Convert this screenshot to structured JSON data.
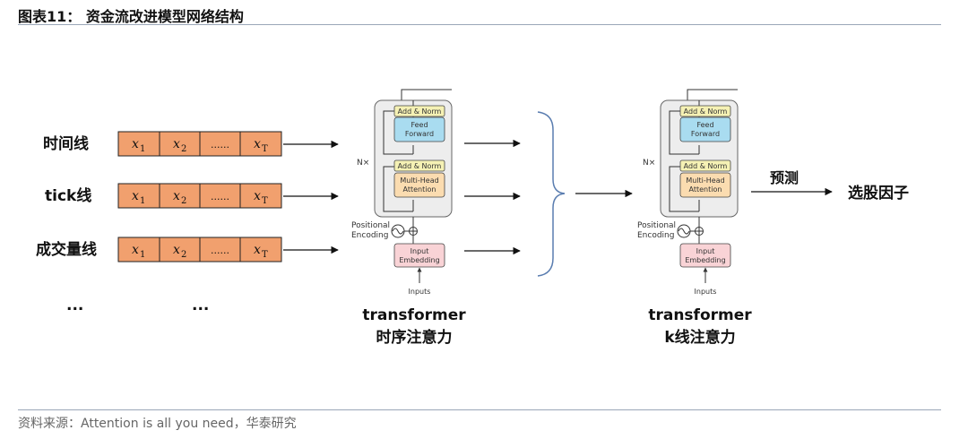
{
  "title": "图表11：  资金流改进模型网络结构",
  "source": "资料来源：Attention is all you need，华泰研究",
  "rows": [
    {
      "label": "时间线",
      "cells": [
        "x",
        "x",
        "......",
        "x"
      ],
      "subs": [
        "1",
        "2",
        "",
        "T"
      ]
    },
    {
      "label": "tick线",
      "cells": [
        "x",
        "x",
        "......",
        "x"
      ],
      "subs": [
        "1",
        "2",
        "",
        "T"
      ]
    },
    {
      "label": "成交量线",
      "cells": [
        "x",
        "x",
        "......",
        "x"
      ],
      "subs": [
        "1",
        "2",
        "",
        "T"
      ]
    }
  ],
  "ellipsis_left": "...",
  "ellipsis_mid": "...",
  "transformer1": {
    "name": "transformer",
    "sub": "时序注意力"
  },
  "transformer2": {
    "name": "transformer",
    "sub": "k线注意力"
  },
  "block": {
    "add_norm": "Add & Norm",
    "feed_forward_1": "Feed",
    "feed_forward_2": "Forward",
    "multi_head_1": "Multi-Head",
    "multi_head_2": "Attention",
    "nx": "N×",
    "positional_1": "Positional",
    "positional_2": "Encoding",
    "input_emb_1": "Input",
    "input_emb_2": "Embedding",
    "inputs": "Inputs"
  },
  "predict": "预测",
  "output": "选股因子"
}
